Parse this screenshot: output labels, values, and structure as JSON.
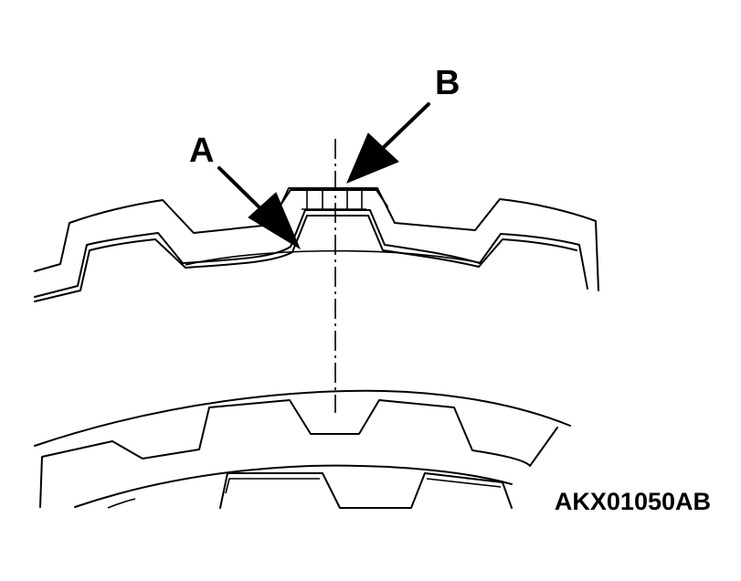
{
  "callouts": {
    "a": "A",
    "b": "B"
  },
  "figure_code": "AKX01050AB"
}
